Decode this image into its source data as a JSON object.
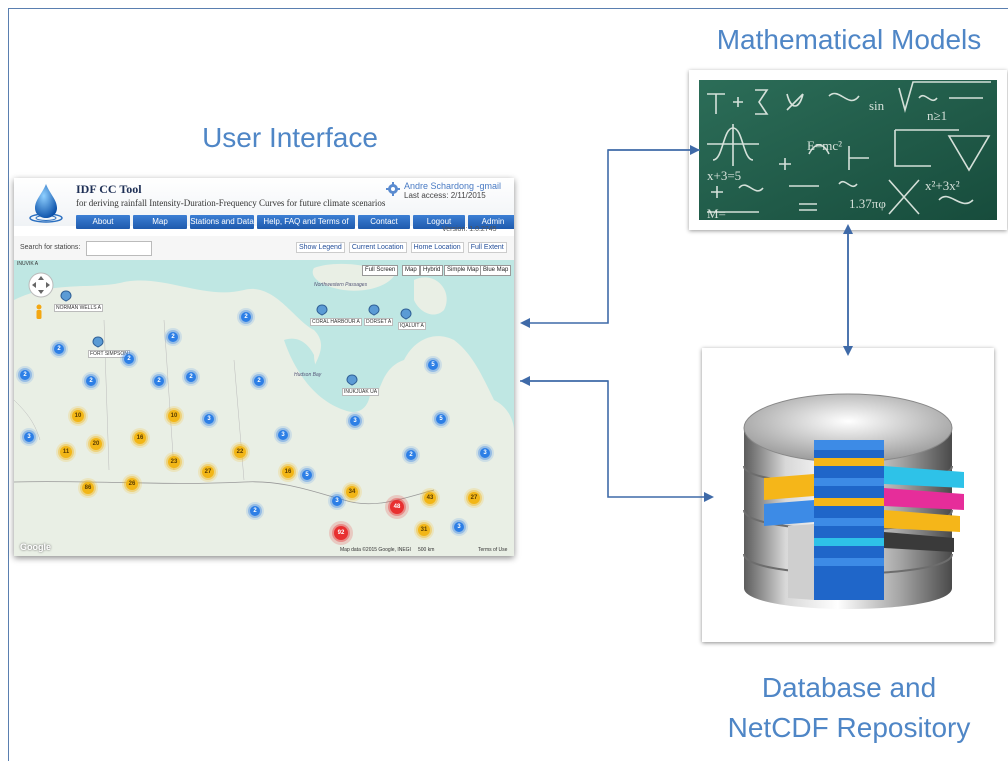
{
  "titles": {
    "user_interface": "User Interface",
    "models": "Mathematical Models",
    "database_line1": "Database and",
    "database_line2": "NetCDF Repository"
  },
  "app": {
    "name": "IDF CC Tool",
    "subtitle": "for deriving rainfall Intensity-Duration-Frequency Curves for future climate scenarios",
    "user": "Andre Schardong -gmail",
    "last_access": "Last access: 2/11/2015",
    "version": "Version: 1.0.2745",
    "nav": [
      "About",
      "Map",
      "Stations and Data",
      "Help, FAQ and Terms of Use",
      "Contact",
      "Logout",
      "Admin"
    ],
    "search_label": "Search for stations:",
    "search_value": "",
    "map_buttons": [
      "Show Legend",
      "Current Location",
      "Home Location",
      "Full Extent"
    ],
    "map_types": [
      "Full Screen",
      "Map",
      "Hybrid",
      "Simple Map",
      "Blue Map"
    ],
    "map_labels": [
      "INUVIK A",
      "NORMAN WELLS A",
      "FORT SIMPSON",
      "CORAL HARBOUR A",
      "DORSET A",
      "IQALUIT A",
      "INUKJUAK UA"
    ],
    "map_texts": [
      "Northwestern Passages",
      "Hudson Bay"
    ],
    "clusters_blue": [
      "2",
      "2",
      "2",
      "2",
      "5",
      "2",
      "2",
      "2",
      "2",
      "2",
      "3",
      "3",
      "5",
      "3",
      "3",
      "2",
      "3",
      "3",
      "2",
      "5",
      "3"
    ],
    "clusters_yellow": [
      "10",
      "10",
      "16",
      "20",
      "11",
      "22",
      "23",
      "27",
      "16",
      "26",
      "86",
      "34",
      "43",
      "27",
      "31"
    ],
    "clusters_red": [
      "48",
      "92"
    ],
    "footer_data": "Map data ©2015 Google, INEGI",
    "footer_scale": "500 km",
    "footer_terms": "Terms of Use",
    "google_logo": "Google"
  },
  "colors": {
    "title_blue": "#4f86c6",
    "arrow_blue": "#3f6aa8",
    "chalkboard": "#1e5a48"
  }
}
